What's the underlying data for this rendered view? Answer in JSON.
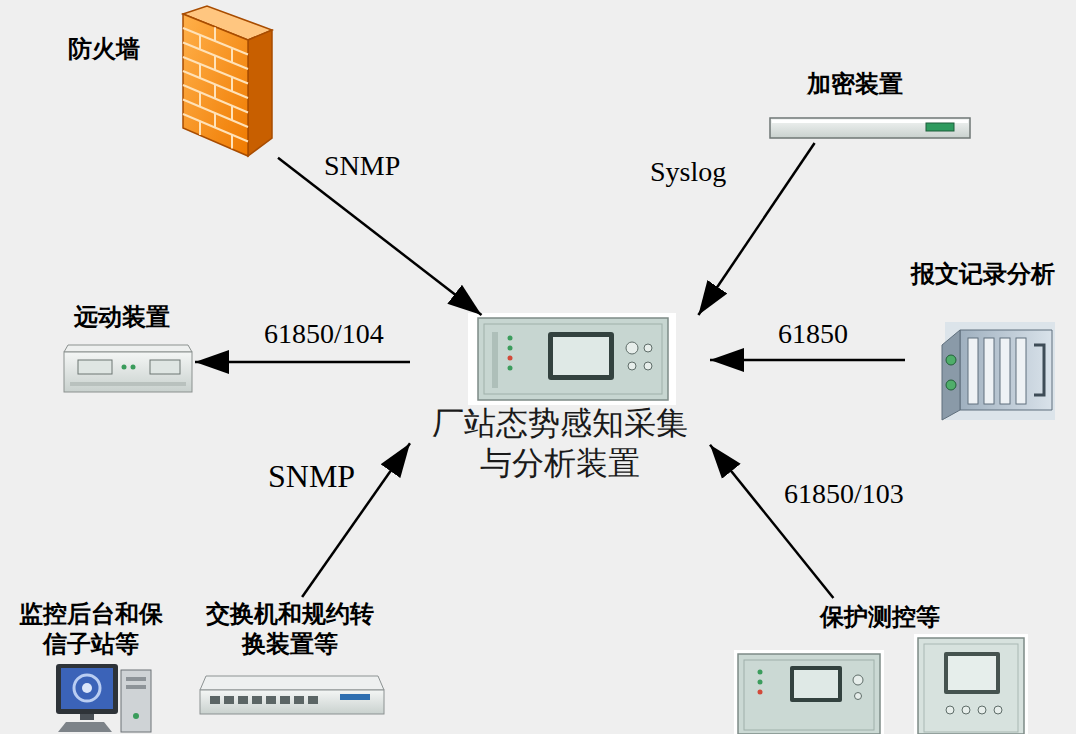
{
  "diagram": {
    "nodes": [
      {
        "text": [
          "防火墙"
        ]
      },
      {
        "text": [
          "加密装置"
        ]
      },
      {
        "text": [
          "远动装置"
        ]
      },
      {
        "text": [
          "厂站态势感知采集 与分析装置"
        ]
      },
      {
        "text": [
          "报文记录分析"
        ]
      },
      {
        "text": [
          "监控后台和保 信子站等"
        ]
      },
      {
        "text": [
          "交换机和规约转 换装置等"
        ]
      },
      {
        "text": [
          "保护测控等"
        ]
      }
    ],
    "edges": [
      {
        "from": 0,
        "to": 3,
        "arrow": "to",
        "label": "SNMP"
      },
      {
        "from": 1,
        "to": 3,
        "arrow": "to",
        "label": "Syslog"
      },
      {
        "from": 3,
        "to": 2,
        "arrow": "to",
        "label": "61850/104"
      },
      {
        "from": 4,
        "to": 3,
        "arrow": "to",
        "label": "61850"
      },
      {
        "from": 6,
        "to": 3,
        "arrow": "to",
        "label": "SNMP"
      },
      {
        "from": 7,
        "to": 3,
        "arrow": "to",
        "label": "61850/103"
      }
    ]
  }
}
